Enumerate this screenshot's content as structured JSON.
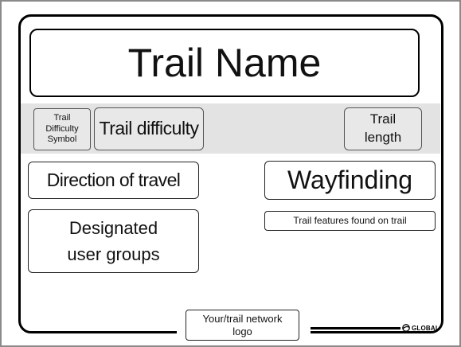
{
  "sign": {
    "title": "Trail Name",
    "difficulty_symbol": "Trail\nDifficulty\nSymbol",
    "difficulty": "Trail difficulty",
    "length": "Trail\nlength",
    "direction": "Direction of travel",
    "user_groups": "Designated\nuser groups",
    "wayfinding": "Wayfinding",
    "features": "Trail features found on trail",
    "logo": "Your/trail network\nlogo"
  },
  "brand": {
    "text": "GLOBAL",
    "logo_icon": "globe-swoosh-icon"
  },
  "colors": {
    "band": "#e3e3e3",
    "border": "#000000",
    "frame": "#8a8a8a"
  }
}
